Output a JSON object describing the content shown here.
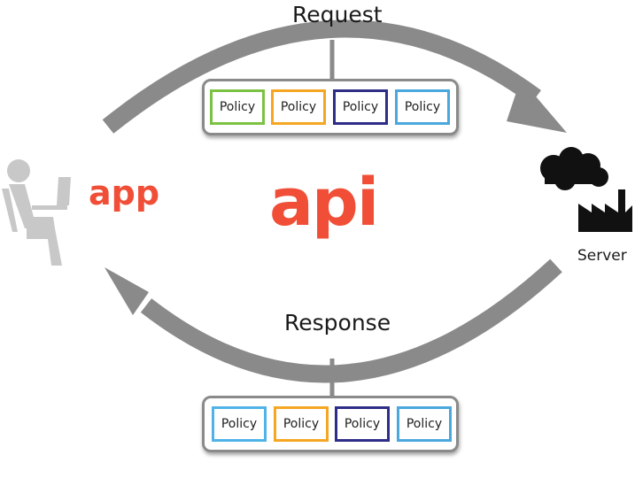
{
  "flow": {
    "request_label": "Request",
    "response_label": "Response"
  },
  "client": {
    "app_label": "app"
  },
  "gateway": {
    "api_label": "api"
  },
  "server": {
    "label": "Server"
  },
  "request_policies": [
    {
      "label": "Policy",
      "color": "#7cc242"
    },
    {
      "label": "Policy",
      "color": "#f5a623"
    },
    {
      "label": "Policy",
      "color": "#2e2d88"
    },
    {
      "label": "Policy",
      "color": "#4aa8dd"
    }
  ],
  "response_policies": [
    {
      "label": "Policy",
      "color": "#4fb3e8"
    },
    {
      "label": "Policy",
      "color": "#f5a623"
    },
    {
      "label": "Policy",
      "color": "#2e2d88"
    },
    {
      "label": "Policy",
      "color": "#4aa8dd"
    }
  ],
  "colors": {
    "arrow": "#8a8a8a",
    "brand": "#f04e37",
    "person": "#c8c8c8",
    "server_icon": "#111111"
  }
}
